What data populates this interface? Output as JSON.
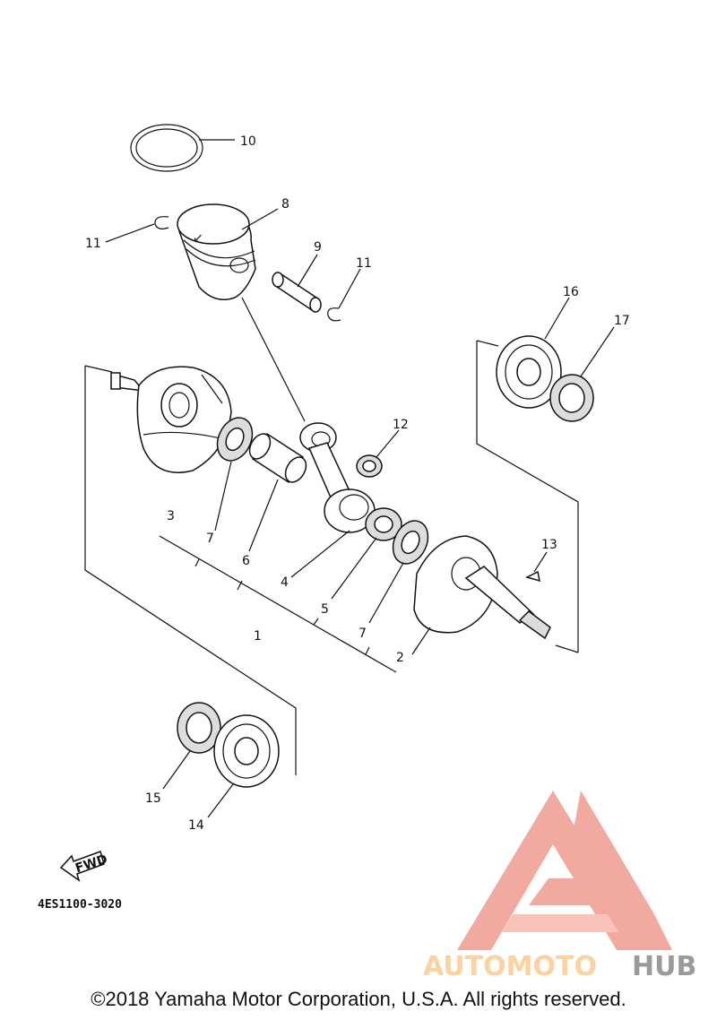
{
  "diagram": {
    "part_code": "4ES1100-3020",
    "fwd_label": "FWD",
    "callouts": [
      {
        "id": "c1",
        "label": "1"
      },
      {
        "id": "c2",
        "label": "2"
      },
      {
        "id": "c3",
        "label": "3"
      },
      {
        "id": "c4",
        "label": "4"
      },
      {
        "id": "c5",
        "label": "5"
      },
      {
        "id": "c6",
        "label": "6"
      },
      {
        "id": "c7a",
        "label": "7"
      },
      {
        "id": "c7b",
        "label": "7"
      },
      {
        "id": "c8",
        "label": "8"
      },
      {
        "id": "c9",
        "label": "9"
      },
      {
        "id": "c10",
        "label": "10"
      },
      {
        "id": "c11a",
        "label": "11"
      },
      {
        "id": "c11b",
        "label": "11"
      },
      {
        "id": "c12",
        "label": "12"
      },
      {
        "id": "c13",
        "label": "13"
      },
      {
        "id": "c14",
        "label": "14"
      },
      {
        "id": "c15",
        "label": "15"
      },
      {
        "id": "c16",
        "label": "16"
      },
      {
        "id": "c17",
        "label": "17"
      }
    ]
  },
  "watermark": {
    "brand_part1": "AUTOMOTO",
    "brand_part2": "HUB",
    "color_primary": "#f2a59b",
    "color_secondary": "#fbd2a0",
    "color_grey": "#9a9a9a"
  },
  "footer": {
    "copyright": "©2018 Yamaha Motor Corporation, U.S.A. All rights reserved."
  }
}
